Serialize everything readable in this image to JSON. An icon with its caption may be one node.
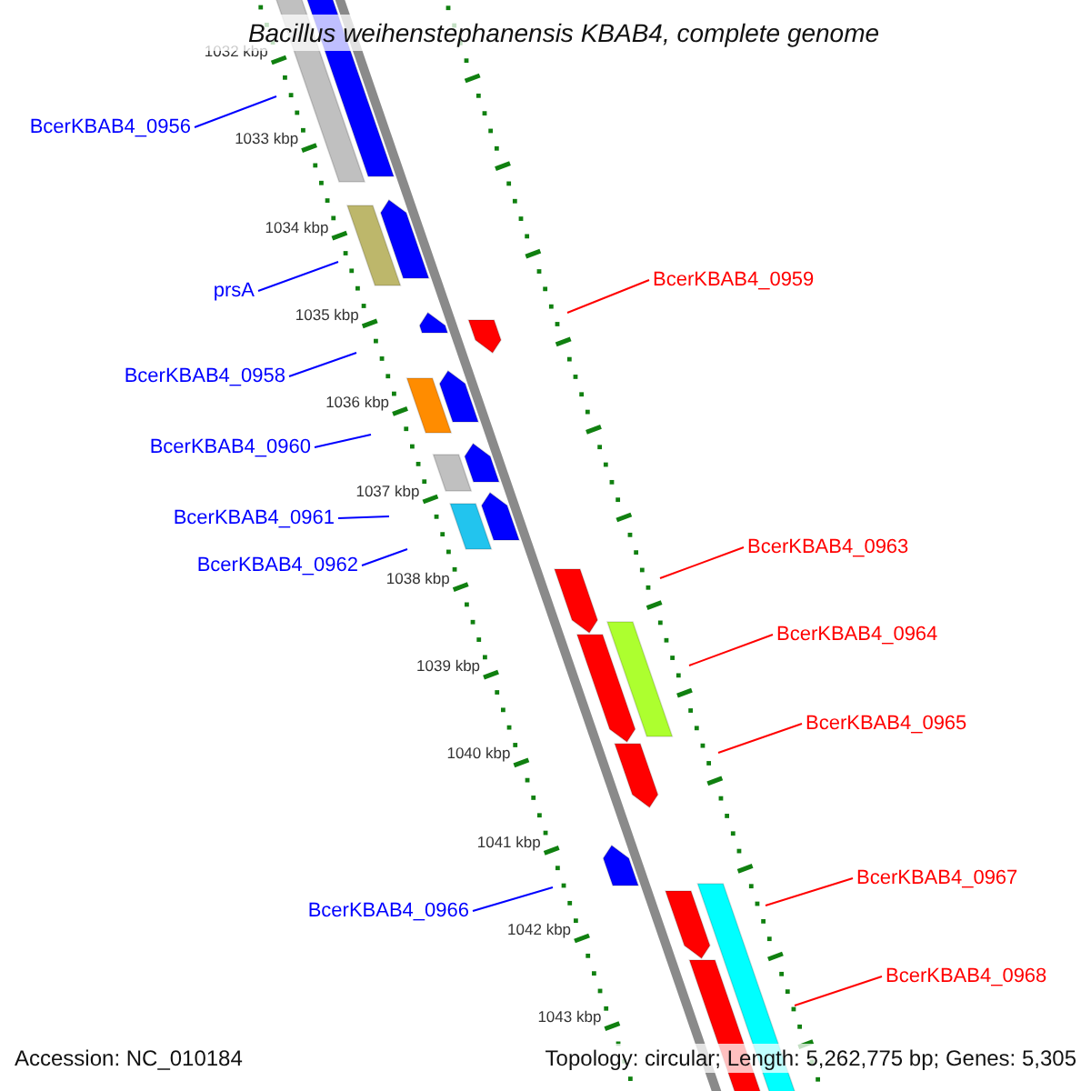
{
  "diagram": {
    "title": "Bacillus weihenstephanensis KBAB4, complete genome",
    "nodes": [
      {
        "text": [
          "BcerKBAB4_0956"
        ]
      },
      {
        "text": [
          "BcerKBAB4_0959"
        ]
      },
      {
        "text": [
          "prsA"
        ]
      },
      {
        "text": [
          "BcerKBAB4_0958"
        ]
      },
      {
        "text": [
          "BcerKBAB4_0960"
        ]
      },
      {
        "text": [
          "BcerKBAB4_0961"
        ]
      },
      {
        "text": [
          "BcerKBAB4_0963"
        ]
      },
      {
        "text": [
          "BcerKBAB4_0962"
        ]
      },
      {
        "text": [
          "BcerKBAB4_0964"
        ]
      },
      {
        "text": [
          "BcerKBAB4_0965"
        ]
      },
      {
        "text": [
          "BcerKBAB4_0967"
        ]
      },
      {
        "text": [
          "BcerKBAB4_0966"
        ]
      },
      {
        "text": [
          "BcerKBAB4_0968"
        ]
      }
    ],
    "edges": [
      {
        "from": 0,
        "to": null,
        "arrow": "none"
      },
      {
        "from": 1,
        "to": null,
        "arrow": "none",
        "color": "#ff0000"
      },
      {
        "from": 2,
        "to": null,
        "arrow": "none"
      },
      {
        "from": 3,
        "to": null,
        "arrow": "none"
      },
      {
        "from": 4,
        "to": null,
        "arrow": "none"
      },
      {
        "from": 5,
        "to": null,
        "arrow": "none"
      },
      {
        "from": 6,
        "to": null,
        "arrow": "none",
        "color": "#ff0000"
      },
      {
        "from": 7,
        "to": null,
        "arrow": "none"
      },
      {
        "from": 8,
        "to": null,
        "arrow": "none",
        "color": "#ff0000"
      },
      {
        "from": 9,
        "to": null,
        "arrow": "none",
        "color": "#ff0000"
      },
      {
        "from": 10,
        "to": null,
        "arrow": "none",
        "color": "#ff0000"
      },
      {
        "from": 11,
        "to": null,
        "arrow": "none"
      },
      {
        "from": 12,
        "to": null,
        "arrow": "none",
        "color": "#ff0000"
      }
    ],
    "labels": [
      "1032 kbp",
      "1033 kbp",
      "1034 kbp",
      "1035 kbp",
      "1036 kbp",
      "1037 kbp",
      "1038 kbp",
      "1039 kbp",
      "1040 kbp",
      "1041 kbp",
      "1042 kbp",
      "1043 kbp",
      "Accession: NC_010184",
      "Topology: circular; Length: 5,262,775 bp; Genes: 5,305"
    ]
  }
}
